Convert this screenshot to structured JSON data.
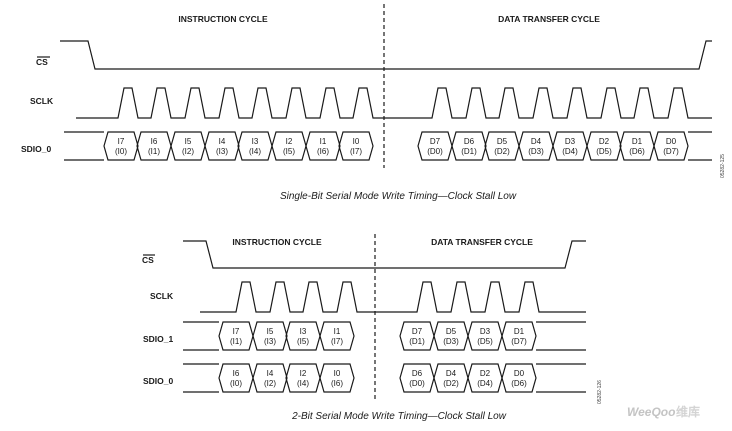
{
  "diagrams": [
    {
      "instruction_header": "INSTRUCTION CYCLE",
      "data_header": "DATA TRANSFER CYCLE",
      "cs_label": "CS",
      "sclk_label": "SCLK",
      "caption": "Single-Bit Serial Mode Write Timing—Clock Stall Low",
      "fig_id": "05282-125",
      "lines": [
        {
          "label": "SDIO_0",
          "instr_bits": [
            [
              "I7",
              "(I0)"
            ],
            [
              "I6",
              "(I1)"
            ],
            [
              "I5",
              "(I2)"
            ],
            [
              "I4",
              "(I3)"
            ],
            [
              "I3",
              "(I4)"
            ],
            [
              "I2",
              "(I5)"
            ],
            [
              "I1",
              "(I6)"
            ],
            [
              "I0",
              "(I7)"
            ]
          ],
          "data_bits": [
            [
              "D7",
              "(D0)"
            ],
            [
              "D6",
              "(D1)"
            ],
            [
              "D5",
              "(D2)"
            ],
            [
              "D4",
              "(D3)"
            ],
            [
              "D3",
              "(D4)"
            ],
            [
              "D2",
              "(D5)"
            ],
            [
              "D1",
              "(D6)"
            ],
            [
              "D0",
              "(D7)"
            ]
          ]
        }
      ]
    },
    {
      "instruction_header": "INSTRUCTION CYCLE",
      "data_header": "DATA TRANSFER CYCLE",
      "cs_label": "CS",
      "sclk_label": "SCLK",
      "caption": "2-Bit Serial Mode Write Timing—Clock Stall Low",
      "fig_id": "05282-126",
      "lines": [
        {
          "label": "SDIO_1",
          "instr_bits": [
            [
              "I7",
              "(I1)"
            ],
            [
              "I5",
              "(I3)"
            ],
            [
              "I3",
              "(I5)"
            ],
            [
              "I1",
              "(I7)"
            ]
          ],
          "data_bits": [
            [
              "D7",
              "(D1)"
            ],
            [
              "D5",
              "(D3)"
            ],
            [
              "D3",
              "(D5)"
            ],
            [
              "D1",
              "(D7)"
            ]
          ]
        },
        {
          "label": "SDIO_0",
          "instr_bits": [
            [
              "I6",
              "(I0)"
            ],
            [
              "I4",
              "(I2)"
            ],
            [
              "I2",
              "(I4)"
            ],
            [
              "I0",
              "(I6)"
            ]
          ],
          "data_bits": [
            [
              "D6",
              "(D0)"
            ],
            [
              "D4",
              "(D2)"
            ],
            [
              "D2",
              "(D4)"
            ],
            [
              "D0",
              "(D6)"
            ]
          ]
        }
      ]
    }
  ],
  "watermark": {
    "latin": "WeeQoo",
    "cjk": "维库"
  }
}
